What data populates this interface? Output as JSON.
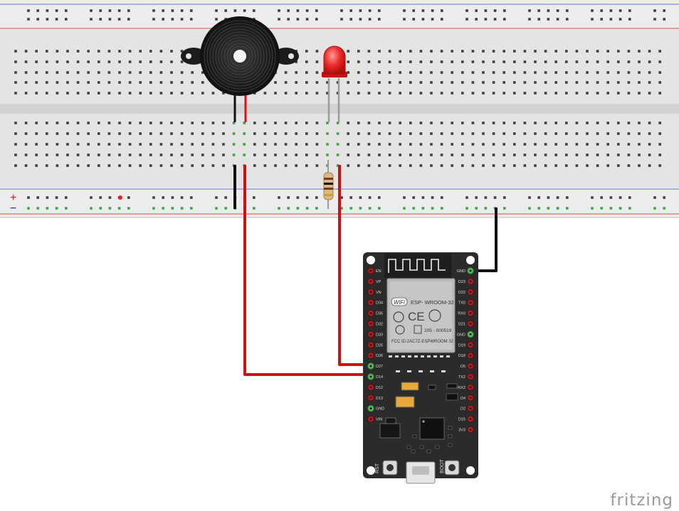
{
  "watermark": "fritzing",
  "breadboard": {
    "rail_plus_symbol": "+",
    "rail_minus_symbol": "−"
  },
  "esp32": {
    "module_name": "ESP- WROOM-32",
    "ce_mark": "CE",
    "wifi_badge": "WiFi",
    "cert_code": "205 - 000519",
    "fcc_id": "FCC ID:2AC7Z-ESPWROOM 32",
    "rst_label": "RST",
    "boot_label": "BOOT",
    "left_pins": [
      "EN",
      "VP",
      "VN",
      "D34",
      "D35",
      "D32",
      "D33",
      "D25",
      "D26",
      "D27",
      "D14",
      "D12",
      "D13",
      "GND",
      "VIN"
    ],
    "right_pins": [
      "GND",
      "D23",
      "D22",
      "TX0",
      "RX0",
      "D21",
      "GND",
      "D19",
      "D18",
      "D5",
      "TX2",
      "RX2",
      "D4",
      "D2",
      "D15",
      "3V3"
    ]
  },
  "colors": {
    "wire_red": "#cc1111",
    "wire_black": "#111111",
    "board_body": "#2b2b2b",
    "breadboard_body": "#e6e6e6"
  }
}
